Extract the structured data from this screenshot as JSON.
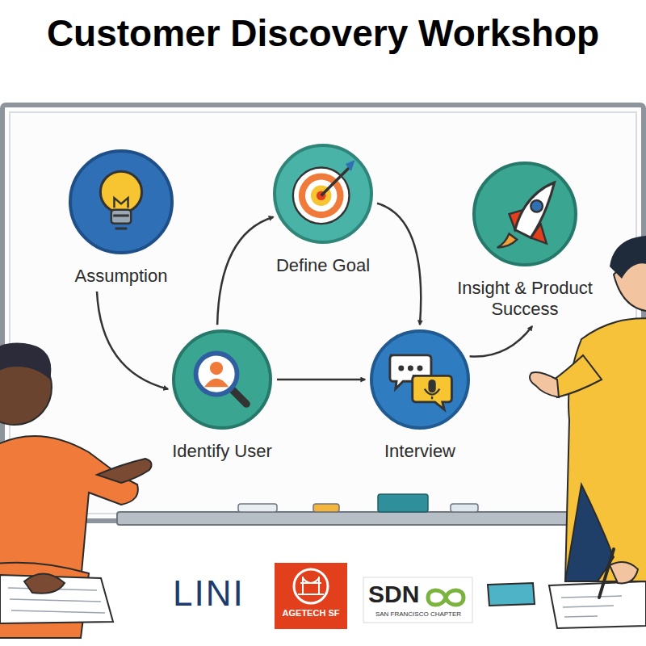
{
  "diagram": {
    "title": "Customer Discovery Workshop",
    "nodes": [
      {
        "text": [
          "Assumption"
        ]
      },
      {
        "text": [
          "Identify User"
        ]
      },
      {
        "text": [
          "Define Goal"
        ]
      },
      {
        "text": [
          "Interview"
        ]
      },
      {
        "text": [
          "Insight & Product Success"
        ]
      }
    ],
    "edges": [
      {
        "from": 0,
        "to": 1,
        "arrow": "to"
      },
      {
        "from": 1,
        "to": 2,
        "arrow": "to"
      },
      {
        "from": 2,
        "to": 3,
        "arrow": "to"
      },
      {
        "from": 1,
        "to": 3,
        "arrow": "to"
      },
      {
        "from": 3,
        "to": 4,
        "arrow": "to"
      }
    ],
    "labels": [
      "LINI",
      "AGETECH SF",
      "SDN",
      "SAN FRANCISCO CHAPTER"
    ]
  }
}
